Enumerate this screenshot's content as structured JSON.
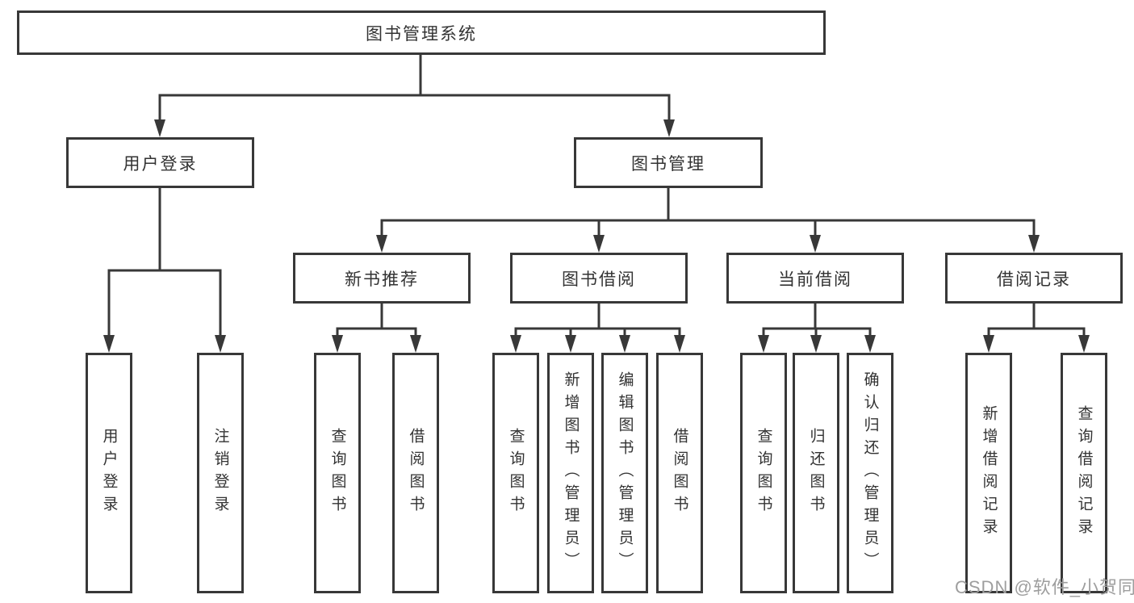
{
  "tree": {
    "root": {
      "label": "图书管理系统"
    },
    "branches": [
      {
        "label": "用户登录",
        "children": [
          {
            "label": "用户登录"
          },
          {
            "label": "注销登录"
          }
        ]
      },
      {
        "label": "图书管理",
        "children": [
          {
            "label": "新书推荐",
            "children": [
              {
                "label": "查询图书"
              },
              {
                "label": "借阅图书"
              }
            ]
          },
          {
            "label": "图书借阅",
            "children": [
              {
                "label": "查询图书"
              },
              {
                "label": "新增图书（管理员）"
              },
              {
                "label": "编辑图书（管理员）"
              },
              {
                "label": "借阅图书"
              }
            ]
          },
          {
            "label": "当前借阅",
            "children": [
              {
                "label": "查询图书"
              },
              {
                "label": "归还图书"
              },
              {
                "label": "确认归还（管理员）"
              }
            ]
          },
          {
            "label": "借阅记录",
            "children": [
              {
                "label": "新增借阅记录"
              },
              {
                "label": "查询借阅记录"
              }
            ]
          }
        ]
      }
    ]
  },
  "watermark": {
    "text": "CSDN @软件_小贺同学"
  },
  "colors": {
    "line": "#383838",
    "box_border": "#383838",
    "text": "#333333",
    "watermark": "#9e9e9e",
    "background": "#ffffff"
  }
}
